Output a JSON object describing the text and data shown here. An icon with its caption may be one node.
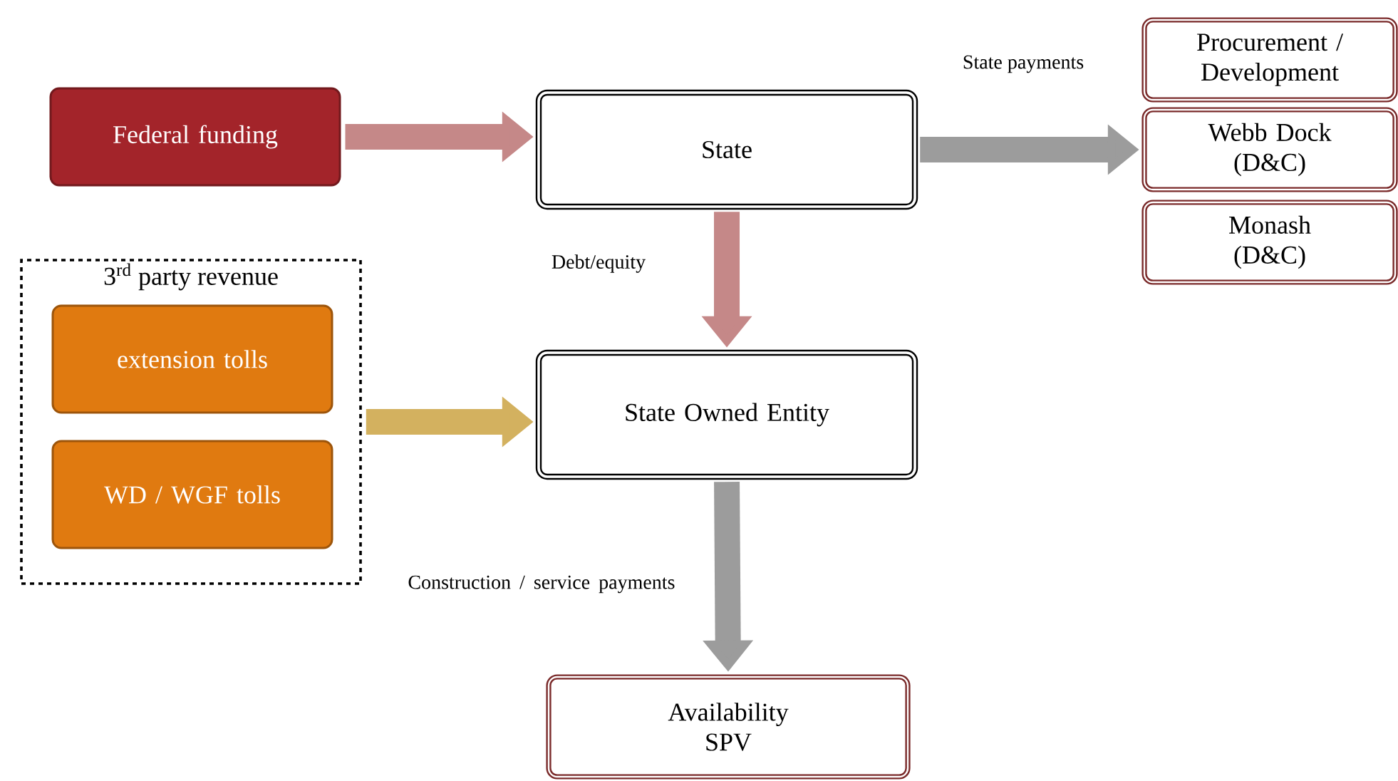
{
  "diagram": {
    "nodes": [
      {
        "text": [
          "Federal funding"
        ]
      },
      {
        "text": [
          "State"
        ]
      },
      {
        "text": [
          "Procurement / Development"
        ]
      },
      {
        "text": [
          "Webb Dock (D&C)"
        ]
      },
      {
        "text": [
          "Monash (D&C)"
        ]
      },
      {
        "text": [
          "3$^{rd}$ party revenue"
        ]
      },
      {
        "text": [
          "extension tolls"
        ],
        "in": 5
      },
      {
        "text": [
          "WD / WGF tolls"
        ],
        "in": 5
      },
      {
        "text": [
          "State Owned Entity"
        ]
      },
      {
        "text": [
          "Availability SPV"
        ]
      }
    ],
    "edges": [
      {
        "from": 0,
        "to": 1,
        "arrow": "to",
        "color": "#e8a0a0"
      },
      {
        "from": 1,
        "to": 3,
        "arrow": "to",
        "color": "#b8b8b8",
        "label": "State payments"
      },
      {
        "from": 1,
        "to": 8,
        "arrow": "to",
        "color": "#e8a0a0",
        "label": "Debt/equity"
      },
      {
        "from": 5,
        "to": 8,
        "arrow": "to",
        "color": "#f8d070"
      },
      {
        "from": 8,
        "to": 9,
        "arrow": "to",
        "color": "#b8b8b8",
        "label": "Construction / service payments"
      }
    ]
  }
}
